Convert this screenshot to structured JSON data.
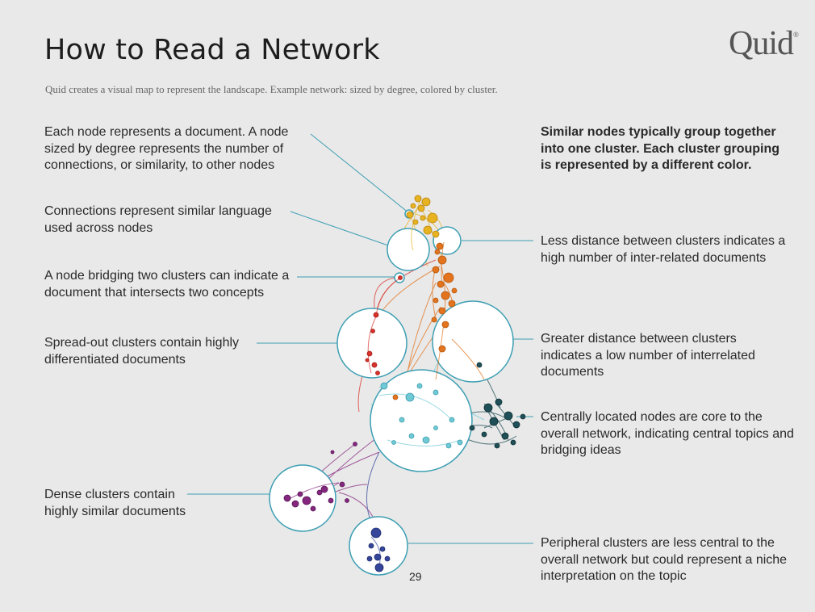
{
  "title": "How to Read a Network",
  "subtitle": "Quid creates a visual map to represent the landscape. Example network: sized by degree, colored by cluster.",
  "logo": "Quid",
  "logo_mark": "®",
  "page_number": "29",
  "notes_left": [
    "Each node represents a document. A node sized by degree represents the number of connections, or similarity, to other nodes",
    "Connections represent similar language used across nodes",
    "A node bridging two clusters can indicate a document that intersects two concepts",
    "Spread-out clusters contain highly differentiated documents",
    "Dense clusters contain highly similar documents"
  ],
  "notes_right": [
    "Similar nodes typically group together into one cluster. Each cluster grouping is represented by a different color.",
    "Less distance between clusters indicates a high number of inter-related documents",
    "Greater distance between clusters indicates a low number of interrelated documents",
    "Centrally located nodes are core to the overall network, indicating central topics and bridging ideas",
    "Peripheral clusters are less central to the overall network but could represent a niche interpretation on the topic"
  ],
  "colors": {
    "background": "#e9e9e9",
    "callout_line": "#3d9fb3",
    "yellow": "#e8b321",
    "orange": "#e3731c",
    "red": "#d8322a",
    "cyan": "#6fcad6",
    "teal": "#1f4f57",
    "purple": "#85267f",
    "blue": "#34459a"
  }
}
